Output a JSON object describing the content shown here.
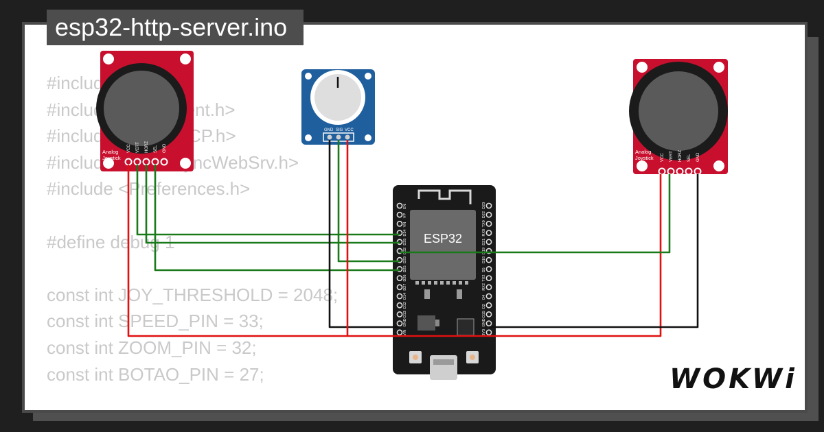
{
  "title": "esp32-http-server.ino",
  "code_lines": [
    "#include <WiFi.h>",
    "#include <WiFiClient.h>",
    "#include <AsyncTCP.h>",
    "#include <ESPAsyncWebSrv.h>",
    "#include <Preferences.h>",
    "",
    "#define debug 1",
    "",
    "const int JOY_THRESHOLD = 2048;",
    "const int SPEED_PIN = 33;",
    "const int ZOOM_PIN = 32;",
    "const int BOTAO_PIN = 27;"
  ],
  "components": {
    "joystick_left": {
      "label_line1": "Analog",
      "label_line2": "Joystick",
      "pins": [
        "VCC",
        "VERT",
        "HORZ",
        "SEL",
        "GND"
      ]
    },
    "joystick_right": {
      "label_line1": "Analog",
      "label_line2": "Joystick",
      "pins": [
        "VCC",
        "VERT",
        "HORZ",
        "SEL",
        "GND"
      ]
    },
    "potentiometer": {
      "pins": [
        "GND",
        "SIG",
        "VCC"
      ]
    },
    "esp32": {
      "chip_label": "ESP32",
      "left_pins": [
        "EN",
        "VP",
        "VN",
        "D34",
        "D35",
        "D32",
        "D33",
        "D25",
        "D26",
        "D27",
        "D14",
        "D12",
        "D13",
        "GND",
        "VIN"
      ],
      "right_pins": [
        "D23",
        "D22",
        "TX0",
        "RX0",
        "D21",
        "D19",
        "D18",
        "D5",
        "TX2",
        "RX2",
        "D4",
        "D2",
        "D15",
        "GND",
        "3V3"
      ]
    }
  },
  "brand": "WOKWi",
  "colors": {
    "wire_green": "#1a7a1a",
    "wire_red": "#e01010",
    "wire_black": "#111111",
    "breakout_red": "#c8102e",
    "pot_blue": "#1f5f9e",
    "board_black": "#1a1a1a",
    "code_gray": "#c9c9c9",
    "title_bg": "#4d4d4d"
  }
}
